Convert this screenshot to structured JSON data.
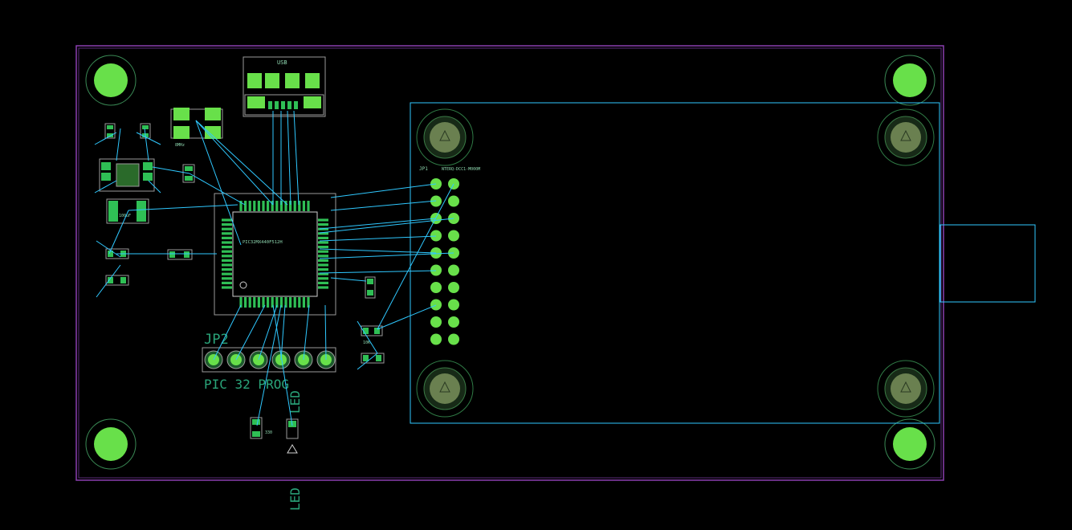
{
  "labels": {
    "jp2_designator": "JP2",
    "jp2_value": "PIC 32 PROG",
    "mcu_value": "PIC32MX440F512H",
    "xtal_value": "8MHz",
    "cap_100uf": "100uF",
    "led_value": "LED",
    "led_mark": "LED",
    "lcd_header": "JP1",
    "lcd_header_value": "NTERQ-DCC1-M000M",
    "usb_part": "USB",
    "r_10k": "10K",
    "r_330": "330"
  },
  "colors": {
    "board_outline": "#8a3fb0",
    "ratsnest": "#2fc8ff",
    "pad": "#2fbf55",
    "mounting_hole": "#68e04a",
    "silkscreen": "#8fd8b0"
  }
}
